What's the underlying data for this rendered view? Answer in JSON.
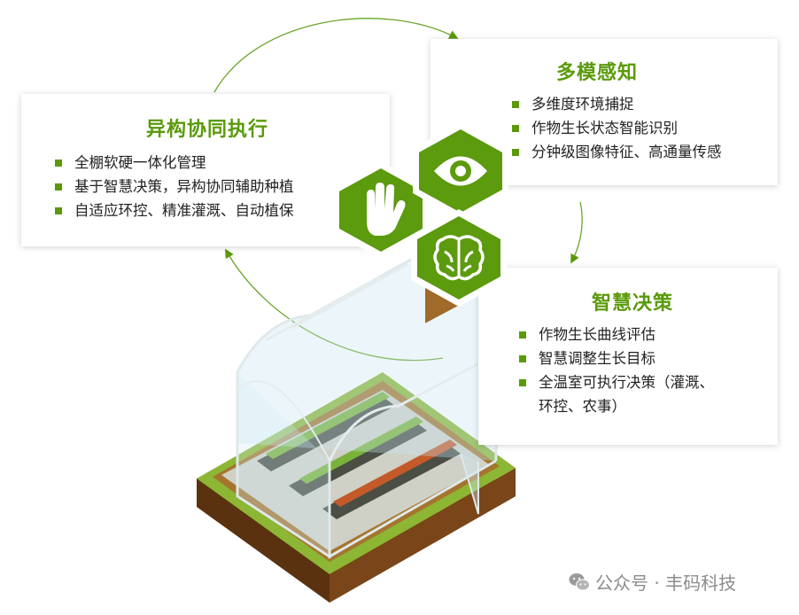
{
  "cards": {
    "execution": {
      "title": "异构协同执行",
      "items": [
        "全棚软硬一体化管理",
        "基于智慧决策，异构协同辅助种植",
        "自适应环控、精准灌溉、自动植保"
      ]
    },
    "sensing": {
      "title": "多模感知",
      "items": [
        "多维度环境捕捉",
        "作物生长状态智能识别",
        "分钟级图像特征、高通量传感"
      ]
    },
    "decision": {
      "title": "智慧决策",
      "items": [
        "作物生长曲线评估",
        "智慧调整生长目标",
        "全温室可执行决策（灌溉、",
        "环控、农事）"
      ]
    }
  },
  "hex_icons": [
    "hand-icon",
    "eye-icon",
    "brain-icon"
  ],
  "watermark": {
    "text": "公众号 · 丰码科技",
    "icon": "wechat-icon"
  },
  "colors": {
    "accent_green": "#5a9a0a",
    "hex_green": "#5c9a0e",
    "text_dark": "#222222",
    "watermark_gray": "#8c8c8c"
  }
}
